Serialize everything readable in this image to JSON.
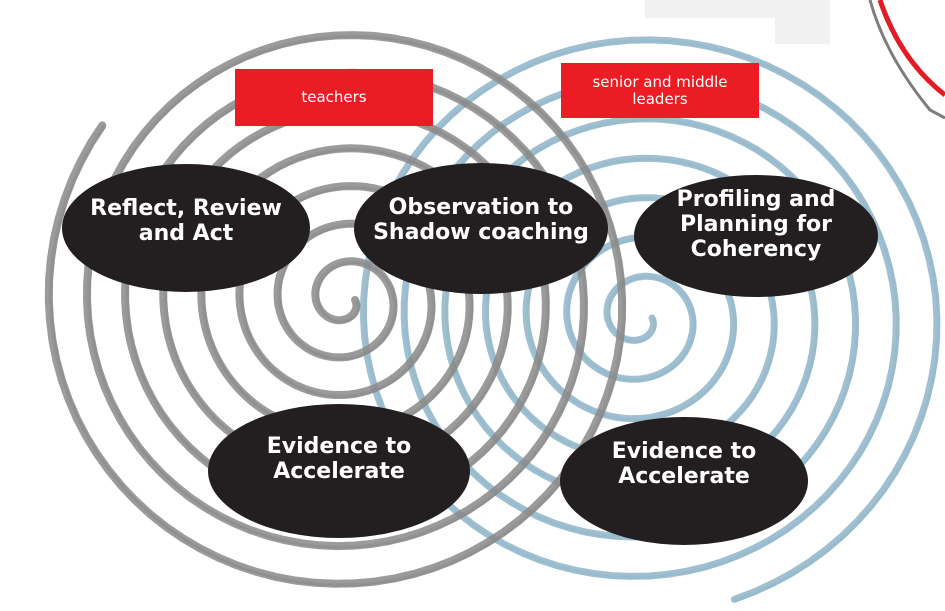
{
  "tags": {
    "teachers": "teachers",
    "leaders": "senior and middle\nleaders"
  },
  "ovals": {
    "reflect": "Reflect, Review\nand Act",
    "observe": "Observation to\nShadow coaching",
    "profile": "Profiling and\nPlanning for\nCoherency",
    "evidence_teachers": "Evidence to\nAccelerate",
    "evidence_leaders": "Evidence to\nAccelerate"
  },
  "colors": {
    "tag_red": "#ec1c24",
    "oval_dark": "#231f20",
    "spiral_grey": "#8a8a8a",
    "spiral_blue": "#8fb5c9",
    "corner_red": "#e31b23"
  }
}
